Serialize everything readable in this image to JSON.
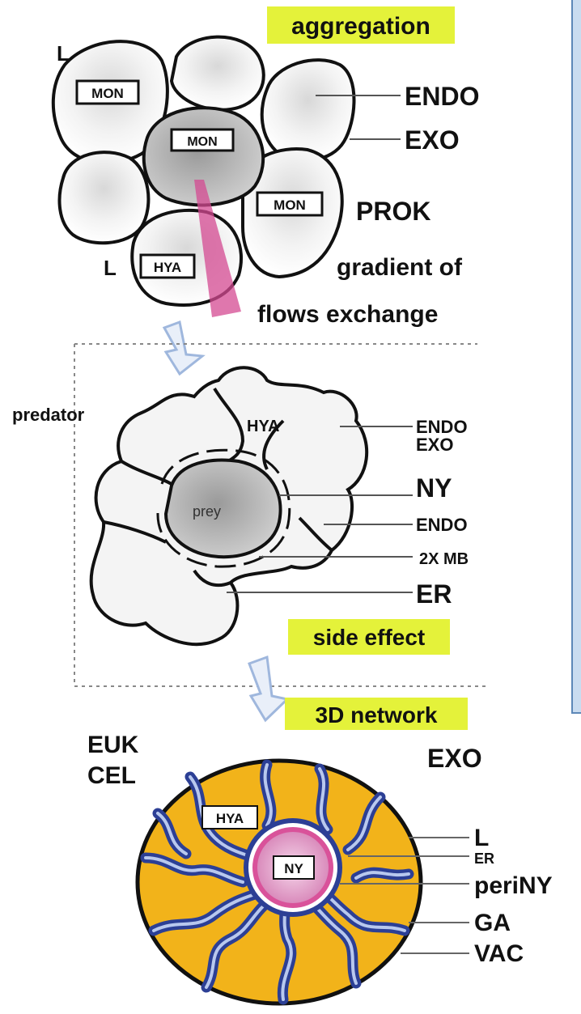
{
  "stage1": {
    "title": "aggregation",
    "mon": "MON",
    "hya": "HYA",
    "L": "L",
    "endo": "ENDO",
    "exo": "EXO",
    "prok": "PROK",
    "gradient_line1": "gradient of",
    "gradient_line2": "flows exchange"
  },
  "stage2": {
    "predator": "predator",
    "hya": "HYA",
    "prey": "prey",
    "endo_exo_1": "ENDO",
    "endo_exo_2": "EXO",
    "ny": "NY",
    "endo": "ENDO",
    "mb": "2X MB",
    "er": "ER",
    "side_effect": "side effect"
  },
  "stage3": {
    "title": "3D network",
    "euk": "EUK",
    "cel": "CEL",
    "exo": "EXO",
    "hya": "HYA",
    "ny": "NY",
    "L": "L",
    "er": "ER",
    "periny": "periNY",
    "ga": "GA",
    "vac": "VAC"
  },
  "colors": {
    "highlight": "#e4f23a",
    "cytoplasm": "#f2b31a",
    "network": "#2c3f95",
    "nucleus": "#d9529a",
    "gradient": "#d44a92",
    "arrow": "#9fb7dd"
  }
}
